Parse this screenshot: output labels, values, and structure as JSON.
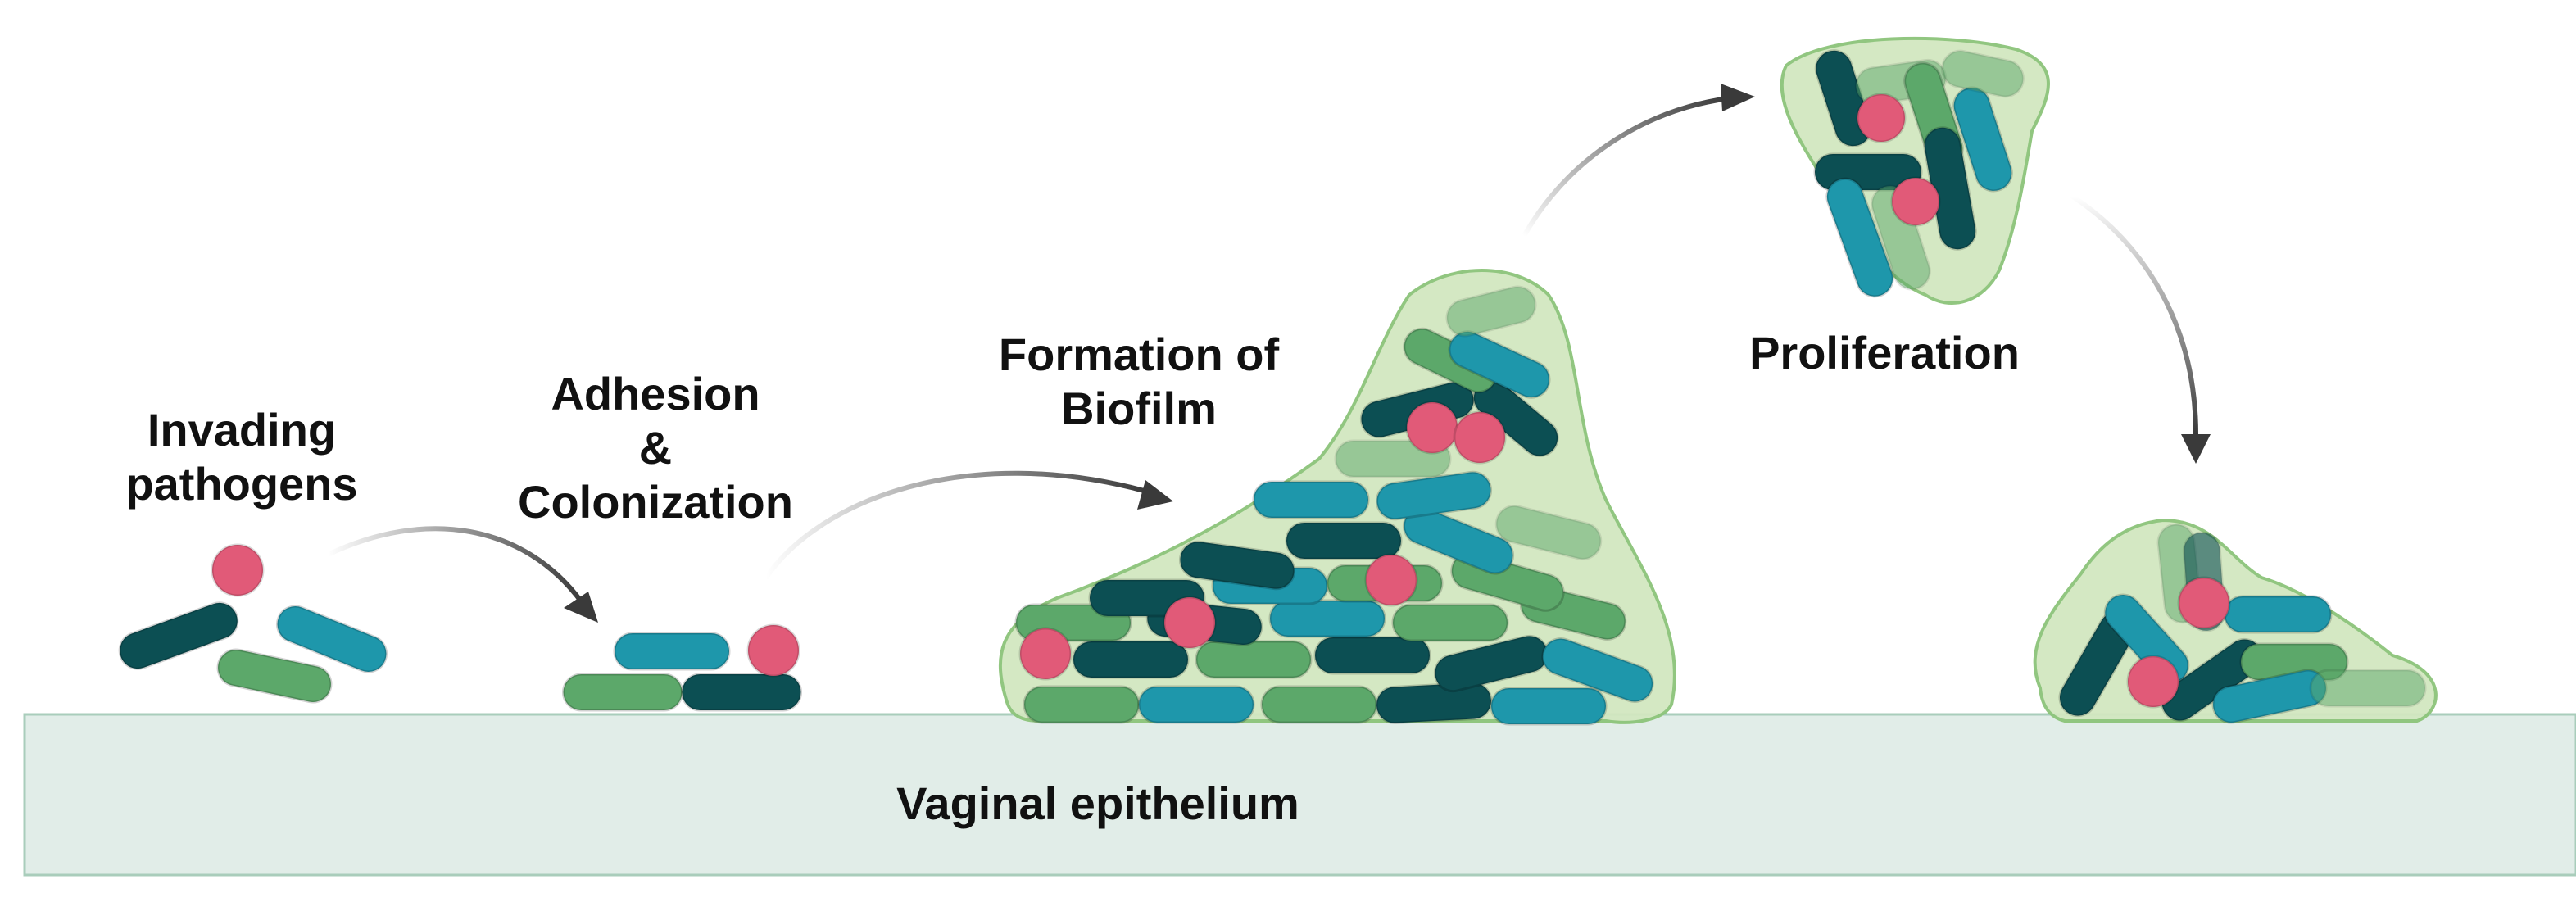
{
  "labels": {
    "invading": [
      "Invading",
      "pathogens"
    ],
    "adhesion": [
      "Adhesion",
      "&",
      "Colonization"
    ],
    "formation": [
      "Formation of",
      "Biofilm"
    ],
    "proliferation": "Proliferation",
    "epithelium": "Vaginal epithelium"
  },
  "colors": {
    "dark_teal": "#0c4f53",
    "teal": "#1e97ab",
    "green": "#5ca86a",
    "pink": "#e15a78",
    "biofilm_fill": "#d2e7c0",
    "biofilm_stroke": "#8cc47a",
    "epithelium_fill": "#e1ede8",
    "arrow": "#3a3a3a"
  },
  "stages": [
    "invading-pathogens",
    "adhesion-colonization",
    "biofilm-formation",
    "proliferation",
    "dispersal"
  ]
}
